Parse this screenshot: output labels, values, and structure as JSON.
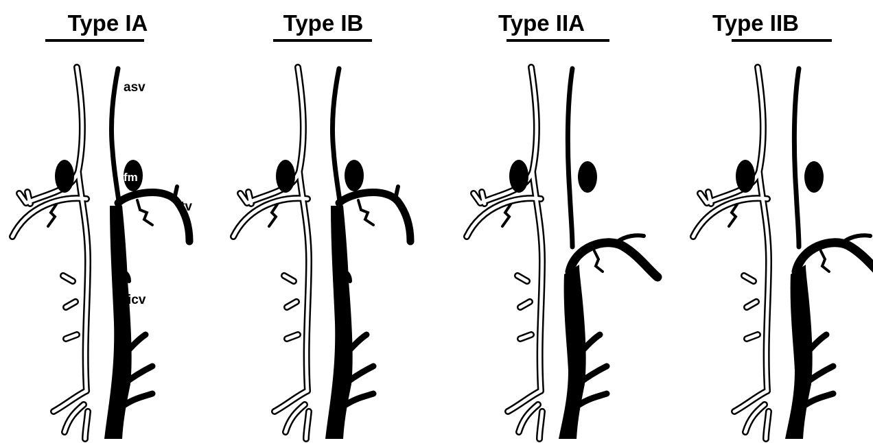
{
  "panels": [
    {
      "title": "Type IA"
    },
    {
      "title": "Type IB"
    },
    {
      "title": "Type IIA"
    },
    {
      "title": "Type IIB"
    }
  ],
  "labels": {
    "asv": "asv",
    "fm": "fm",
    "tv": "tv",
    "icv": "icv"
  },
  "colors": {
    "background": "#ffffff",
    "ink": "#000000"
  }
}
